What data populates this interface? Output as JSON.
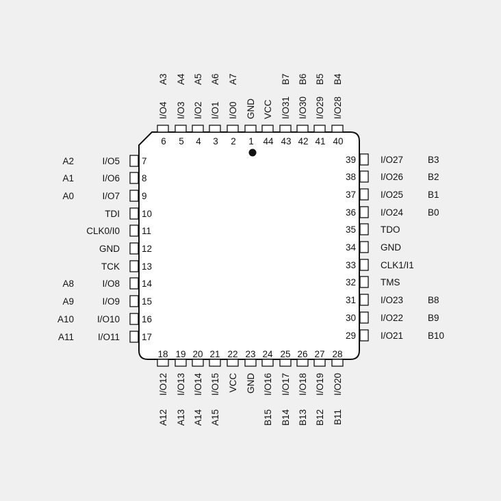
{
  "package": {
    "pin1_marker": "dot",
    "body_color": "#ffffff",
    "ink_color": "#111111",
    "background_color": "#f0f0f0"
  },
  "top_pins": [
    {
      "num": "6",
      "signal": "I/O4",
      "alt": "A3"
    },
    {
      "num": "5",
      "signal": "I/O3",
      "alt": "A4"
    },
    {
      "num": "4",
      "signal": "I/O2",
      "alt": "A5"
    },
    {
      "num": "3",
      "signal": "I/O1",
      "alt": "A6"
    },
    {
      "num": "2",
      "signal": "I/O0",
      "alt": "A7"
    },
    {
      "num": "1",
      "signal": "GND",
      "alt": ""
    },
    {
      "num": "44",
      "signal": "VCC",
      "alt": ""
    },
    {
      "num": "43",
      "signal": "I/O31",
      "alt": "B7"
    },
    {
      "num": "42",
      "signal": "I/O30",
      "alt": "B6"
    },
    {
      "num": "41",
      "signal": "I/O29",
      "alt": "B5"
    },
    {
      "num": "40",
      "signal": "I/O28",
      "alt": "B4"
    }
  ],
  "bottom_pins": [
    {
      "num": "18",
      "signal": "I/O12",
      "alt": "A12"
    },
    {
      "num": "19",
      "signal": "I/O13",
      "alt": "A13"
    },
    {
      "num": "20",
      "signal": "I/O14",
      "alt": "A14"
    },
    {
      "num": "21",
      "signal": "I/O15",
      "alt": "A15"
    },
    {
      "num": "22",
      "signal": "VCC",
      "alt": ""
    },
    {
      "num": "23",
      "signal": "GND",
      "alt": ""
    },
    {
      "num": "24",
      "signal": "I/O16",
      "alt": "B15"
    },
    {
      "num": "25",
      "signal": "I/O17",
      "alt": "B14"
    },
    {
      "num": "26",
      "signal": "I/O18",
      "alt": "B13"
    },
    {
      "num": "27",
      "signal": "I/O19",
      "alt": "B12"
    },
    {
      "num": "28",
      "signal": "I/O20",
      "alt": "B11"
    }
  ],
  "left_pins": [
    {
      "num": "7",
      "signal": "I/O5",
      "alt": "A2"
    },
    {
      "num": "8",
      "signal": "I/O6",
      "alt": "A1"
    },
    {
      "num": "9",
      "signal": "I/O7",
      "alt": "A0"
    },
    {
      "num": "10",
      "signal": "TDI",
      "alt": ""
    },
    {
      "num": "11",
      "signal": "CLK0/I0",
      "alt": ""
    },
    {
      "num": "12",
      "signal": "GND",
      "alt": ""
    },
    {
      "num": "13",
      "signal": "TCK",
      "alt": ""
    },
    {
      "num": "14",
      "signal": "I/O8",
      "alt": "A8"
    },
    {
      "num": "15",
      "signal": "I/O9",
      "alt": "A9"
    },
    {
      "num": "16",
      "signal": "I/O10",
      "alt": "A10"
    },
    {
      "num": "17",
      "signal": "I/O11",
      "alt": "A11"
    }
  ],
  "right_pins": [
    {
      "num": "39",
      "signal": "I/O27",
      "alt": "B3"
    },
    {
      "num": "38",
      "signal": "I/O26",
      "alt": "B2"
    },
    {
      "num": "37",
      "signal": "I/O25",
      "alt": "B1"
    },
    {
      "num": "36",
      "signal": "I/O24",
      "alt": "B0"
    },
    {
      "num": "35",
      "signal": "TDO",
      "alt": ""
    },
    {
      "num": "34",
      "signal": "GND",
      "alt": ""
    },
    {
      "num": "33",
      "signal": "CLK1/I1",
      "alt": ""
    },
    {
      "num": "32",
      "signal": "TMS",
      "alt": ""
    },
    {
      "num": "31",
      "signal": "I/O23",
      "alt": "B8"
    },
    {
      "num": "30",
      "signal": "I/O22",
      "alt": "B9"
    },
    {
      "num": "29",
      "signal": "I/O21",
      "alt": "B10"
    }
  ]
}
